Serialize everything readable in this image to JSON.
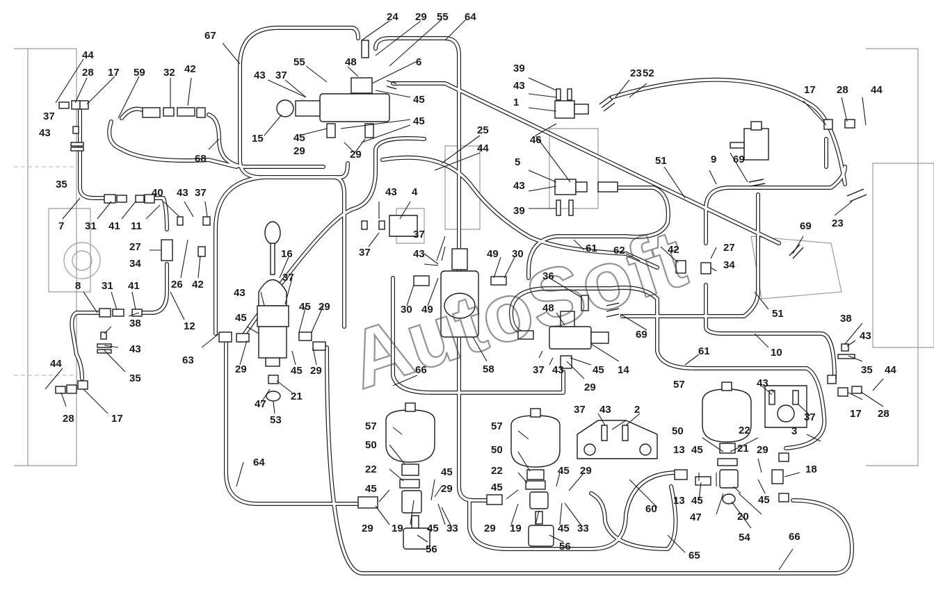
{
  "watermark": "AutoSoft",
  "labels": [
    "1",
    "2",
    "3",
    "4",
    "5",
    "6",
    "7",
    "8",
    "9",
    "10",
    "11",
    "12",
    "13",
    "14",
    "15",
    "16",
    "17",
    "18",
    "19",
    "20",
    "21",
    "22",
    "23",
    "24",
    "25",
    "26",
    "27",
    "28",
    "29",
    "30",
    "31",
    "32",
    "33",
    "34",
    "35",
    "36",
    "37",
    "38",
    "39",
    "40",
    "41",
    "42",
    "43",
    "44",
    "45",
    "46",
    "47",
    "48",
    "49",
    "50",
    "51",
    "52",
    "53",
    "54",
    "55",
    "56",
    "57",
    "58",
    "59",
    "60",
    "61",
    "62",
    "63",
    "64",
    "65",
    "66",
    "67",
    "68",
    "69"
  ]
}
